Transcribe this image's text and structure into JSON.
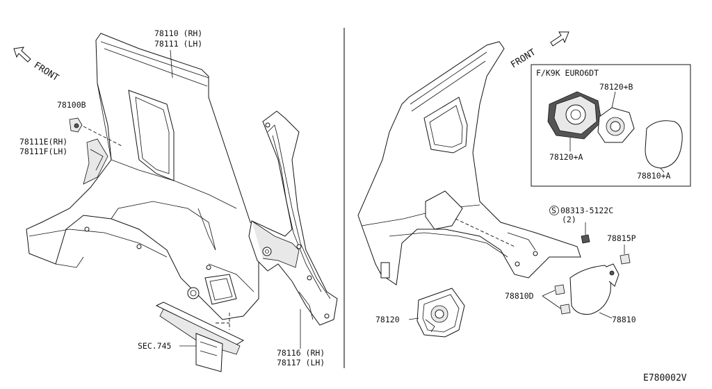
{
  "left_panel": {
    "front_label": "FRONT",
    "labels": {
      "p78110": "78110 (RH)",
      "p78111": "78111 (LH)",
      "p78100B": "78100B",
      "p78111E": "78111E(RH)",
      "p78111F": "78111F(LH)",
      "sec745": "SEC.745",
      "p78116": "78116 (RH)",
      "p78117": "78117 (LH)"
    }
  },
  "right_panel": {
    "front_label": "FRONT",
    "inset_title": "F/K9K EURO6DT",
    "labels": {
      "p78120B": "78120+B",
      "p78120A": "78120+A",
      "p78810A": "78810+A",
      "p08313": "08313-5122C",
      "p08313_qty": "(2)",
      "p08313_symbol": "S",
      "p78815P": "78815P",
      "p78810D": "78810D",
      "p78120": "78120",
      "p78810": "78810"
    }
  },
  "diagram_code": "E780002V"
}
